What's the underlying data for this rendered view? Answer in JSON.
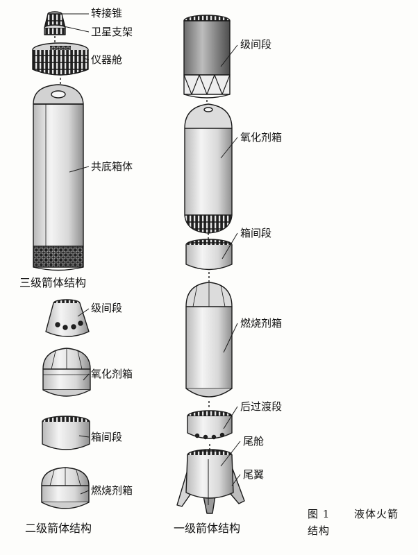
{
  "labels": {
    "adapter_cone": "转接锥",
    "satellite_bracket": "卫星支架",
    "instrument_bay": "仪器舱",
    "common_bulkhead_tank": "共底箱体",
    "interstage_1": "级间段",
    "oxidizer_tank_1": "氧化剂箱",
    "intertank_1": "箱间段",
    "fuel_tank_1": "燃烧剂箱",
    "aft_transition": "后过渡段",
    "tail_cabin": "尾舱",
    "fins": "尾翼",
    "interstage_2": "级间段",
    "oxidizer_tank_2": "氧化剂箱",
    "intertank_2": "箱间段",
    "fuel_tank_2": "燃烧剂箱"
  },
  "captions": {
    "stage3": "三级箭体结构",
    "stage2": "二级箭体结构",
    "stage1": "一级箭体结构"
  },
  "figure": {
    "number": "图 1",
    "title_line1": "液体火箭",
    "title_line2": "结构"
  }
}
